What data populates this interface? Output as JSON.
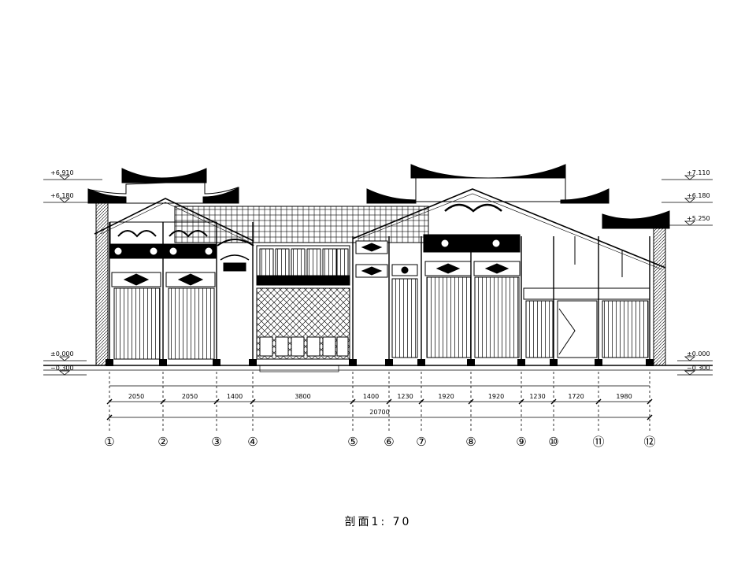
{
  "caption": "剖面1: 70",
  "elevations": {
    "left": [
      "+6.910",
      "+6.180",
      "±0.000",
      "−0.300"
    ],
    "right": [
      "+7.110",
      "+6.180",
      "+5.250",
      "±0.000",
      "−0.300"
    ]
  },
  "bay_dimensions": [
    "2050",
    "2050",
    "1400",
    "3800",
    "1400",
    "1230",
    "1920",
    "1920",
    "1230",
    "1720",
    "1980"
  ],
  "total_dimension": "20700",
  "axis_labels": [
    "①",
    "②",
    "③",
    "④",
    "⑤",
    "⑥",
    "⑦",
    "⑧",
    "⑨",
    "⑩",
    "⑪",
    "⑫"
  ]
}
